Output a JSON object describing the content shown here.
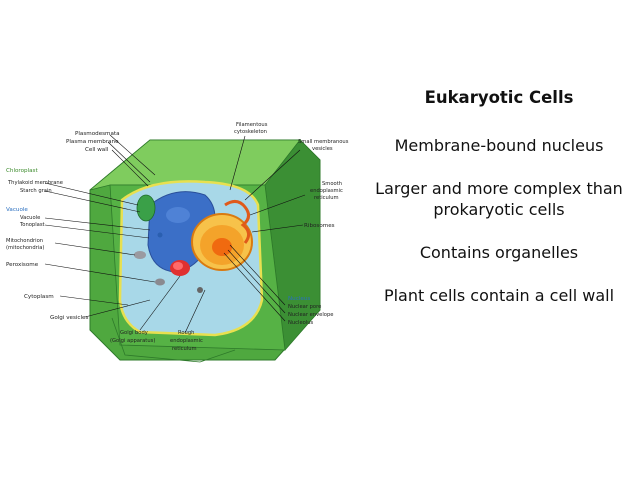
{
  "slide": {
    "title": "Eukaryotic Cells",
    "points": [
      "Membrane-bound nucleus",
      "Larger and more complex than prokaryotic cells",
      "Contains organelles",
      "Plant cells contain a cell wall"
    ]
  },
  "diagram_labels": {
    "plasmodesmata": "Plasmodesmata",
    "plasma_membrane": "Plasma membrane",
    "cell_wall": "Cell wall",
    "chloroplast": "Chloroplast",
    "thylakoid_membrane": "Thylakoid membrane",
    "starch_grain": "Starch grain",
    "vacuole": "Vacuole",
    "vacuole_sub": "Vacuole",
    "tonoplast": "Tonoplast",
    "mitochondrion_1": "Mitochondrion",
    "mitochondrion_2": "(mitochondria)",
    "peroxisome": "Peroxisome",
    "cytoplasm": "Cytoplasm",
    "golgi_vesicles": "Golgi vesicles",
    "golgi_body_1": "Golgi body",
    "golgi_body_2": "(Golgi apparatus)",
    "rough_er_1": "Rough",
    "rough_er_2": "endoplasmic",
    "rough_er_3": "reticulum",
    "filamentous_1": "Filamentous",
    "filamentous_2": "cytoskeleton",
    "small_vesicles_1": "Small membranous",
    "small_vesicles_2": "vesicles",
    "smooth_er_1": "Smooth",
    "smooth_er_2": "endoplasmic",
    "smooth_er_3": "reticulum",
    "ribosomes": "Ribosomes",
    "nucleus": "Nucleus",
    "nuclear_pore": "Nuclear pore",
    "nuclear_envelope": "Nuclear envelope",
    "nucleolus": "Nucleolus"
  },
  "colors": {
    "cell_wall_dark": "#3f9a3a",
    "cell_wall_light": "#6cc04f",
    "cytoplasm": "#a8d8e8",
    "vacuole": "#3b6fc7",
    "nucleus": "#f4a32a",
    "accent_blue": "#2a6fc0"
  }
}
